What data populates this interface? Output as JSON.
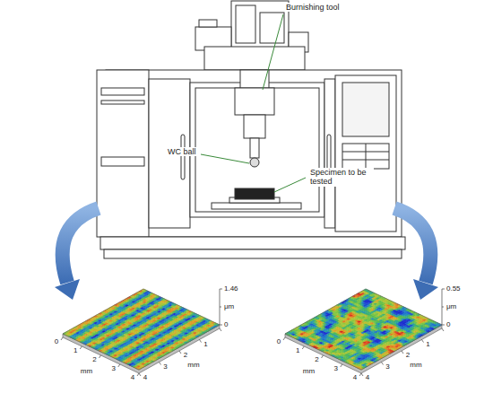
{
  "diagram": {
    "labels": [
      "Burnishing tool",
      "WC ball",
      "Specimen to be tested",
      "1.46",
      "μm",
      "0",
      "0",
      "1",
      "2",
      "3",
      "4",
      "mm",
      "1",
      "2",
      "3",
      "4",
      "mm",
      "0.55",
      "μm",
      "0",
      "0",
      "1",
      "2",
      "3",
      "4",
      "mm",
      "1",
      "2",
      "3",
      "4",
      "mm"
    ]
  }
}
